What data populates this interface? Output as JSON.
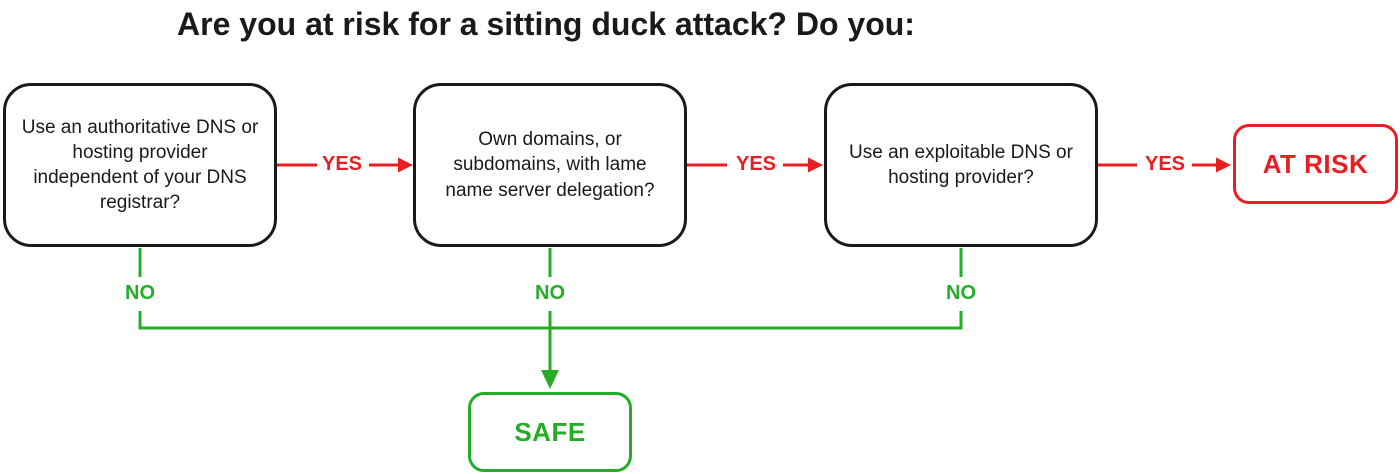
{
  "title": "Are you at risk for a sitting duck attack? Do you:",
  "colors": {
    "red": "#e81e23",
    "green": "#25ad28",
    "ink": "#1a1a1a",
    "background": "#ffffff"
  },
  "flowchart": {
    "questions": [
      {
        "label": "Use an authoritative DNS or hosting provider independent of your DNS registrar?"
      },
      {
        "label": "Own domains, or subdomains, with lame name server delegation?"
      },
      {
        "label": "Use an exploitable DNS or hosting provider?"
      }
    ],
    "outcomes": {
      "at_risk": "AT RISK",
      "safe": "SAFE"
    },
    "edge_labels": {
      "yes": "YES",
      "no": "NO"
    }
  }
}
